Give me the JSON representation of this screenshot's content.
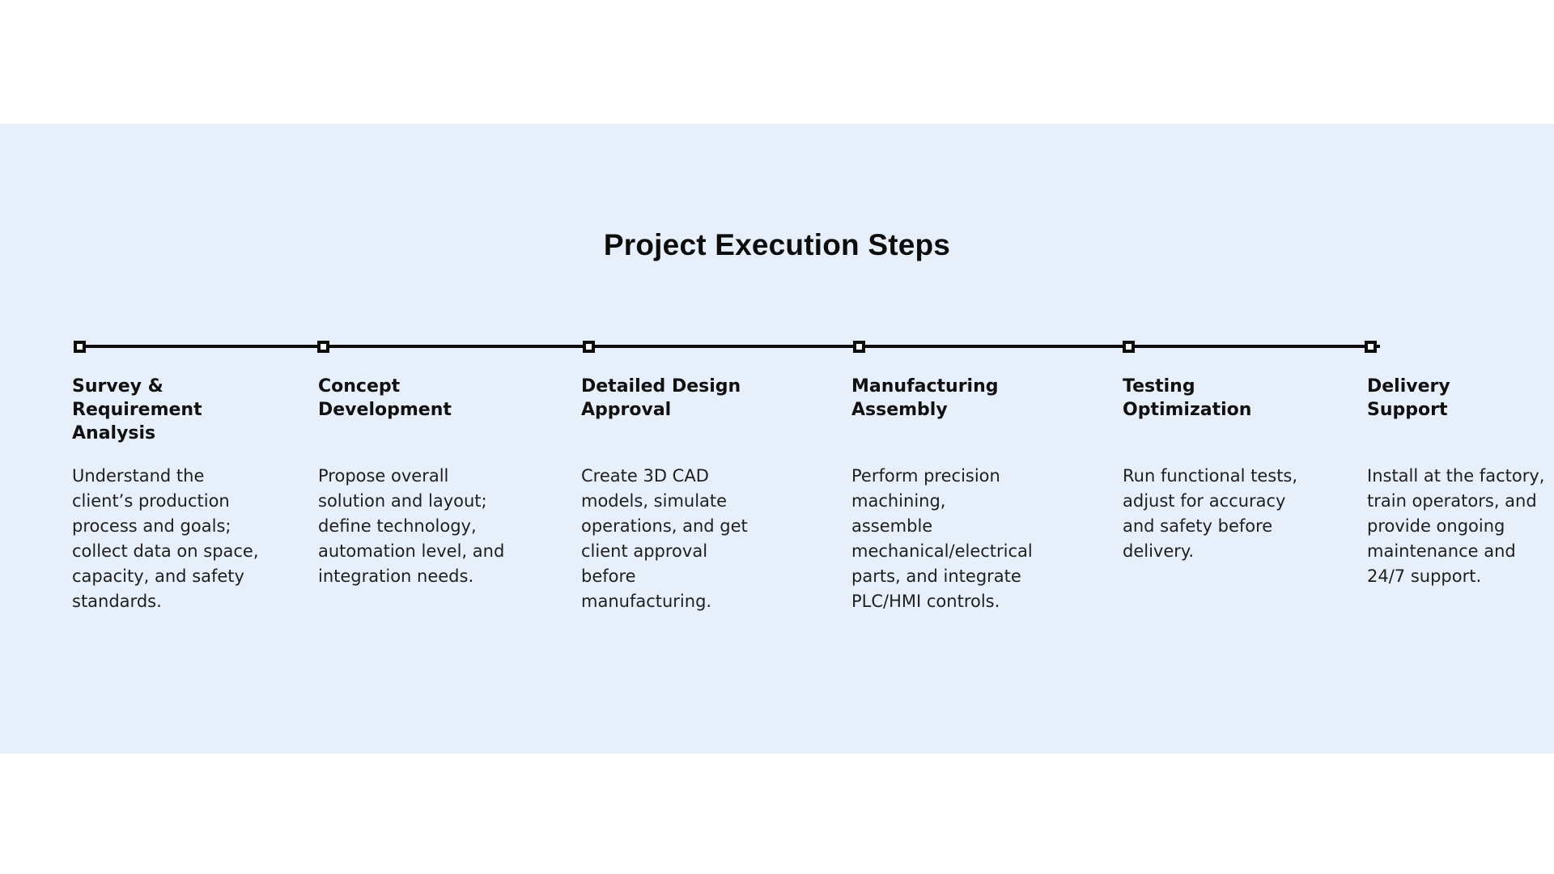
{
  "title": "Project Execution Steps",
  "colors": {
    "band_background": "#e7effa",
    "timeline_line": "#0d0d0d",
    "marker_fill": "#ffffff",
    "heading_text": "#111111",
    "body_text": "#1f1f1f"
  },
  "steps": [
    {
      "heading": "Survey &\nRequirement\nAnalysis",
      "description": "Understand the\nclient’s production\nprocess and goals;\ncollect data on space,\ncapacity, and safety\nstandards."
    },
    {
      "heading": "Concept\nDevelopment",
      "description": "Propose overall\nsolution and layout;\ndefine technology,\nautomation level, and\nintegration needs."
    },
    {
      "heading": "Detailed Design\nApproval",
      "description": "Create 3D CAD\nmodels, simulate\noperations, and get\nclient approval\nbefore\nmanufacturing."
    },
    {
      "heading": "Manufacturing\nAssembly",
      "description": "Perform precision\nmachining,\nassemble\nmechanical/electrical\nparts, and integrate\nPLC/HMI controls."
    },
    {
      "heading": "Testing\nOptimization",
      "description": "Run functional tests,\nadjust for accuracy\nand safety before\ndelivery."
    },
    {
      "heading": "Delivery\nSupport",
      "description": "Install at the factory,\ntrain operators, and\nprovide ongoing\nmaintenance and\n24/7 support."
    }
  ]
}
